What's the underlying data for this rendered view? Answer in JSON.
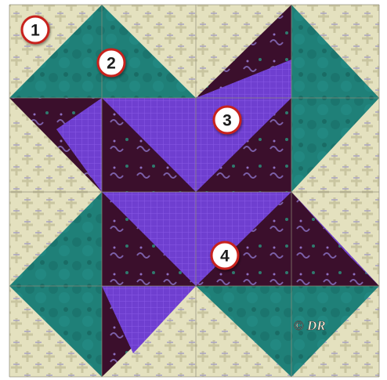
{
  "markers": [
    {
      "id": "marker-1",
      "label": "1"
    },
    {
      "id": "marker-2",
      "label": "2"
    },
    {
      "id": "marker-3",
      "label": "3"
    },
    {
      "id": "marker-4",
      "label": "4"
    }
  ],
  "signature": "© DR",
  "colors": {
    "cream": "#e4e1bf",
    "cream_dark": "#c9c5a0",
    "teal": "#1f8078",
    "teal_dark": "#155f59",
    "purple": "#6f3fd0",
    "purple_light": "#8a5ae6",
    "plum": "#3b0f2c",
    "plum_dark": "#2a0a1f",
    "seam": "#8e8c78",
    "marker_fill": "#ffffff",
    "marker_ring": "#c8201e"
  }
}
